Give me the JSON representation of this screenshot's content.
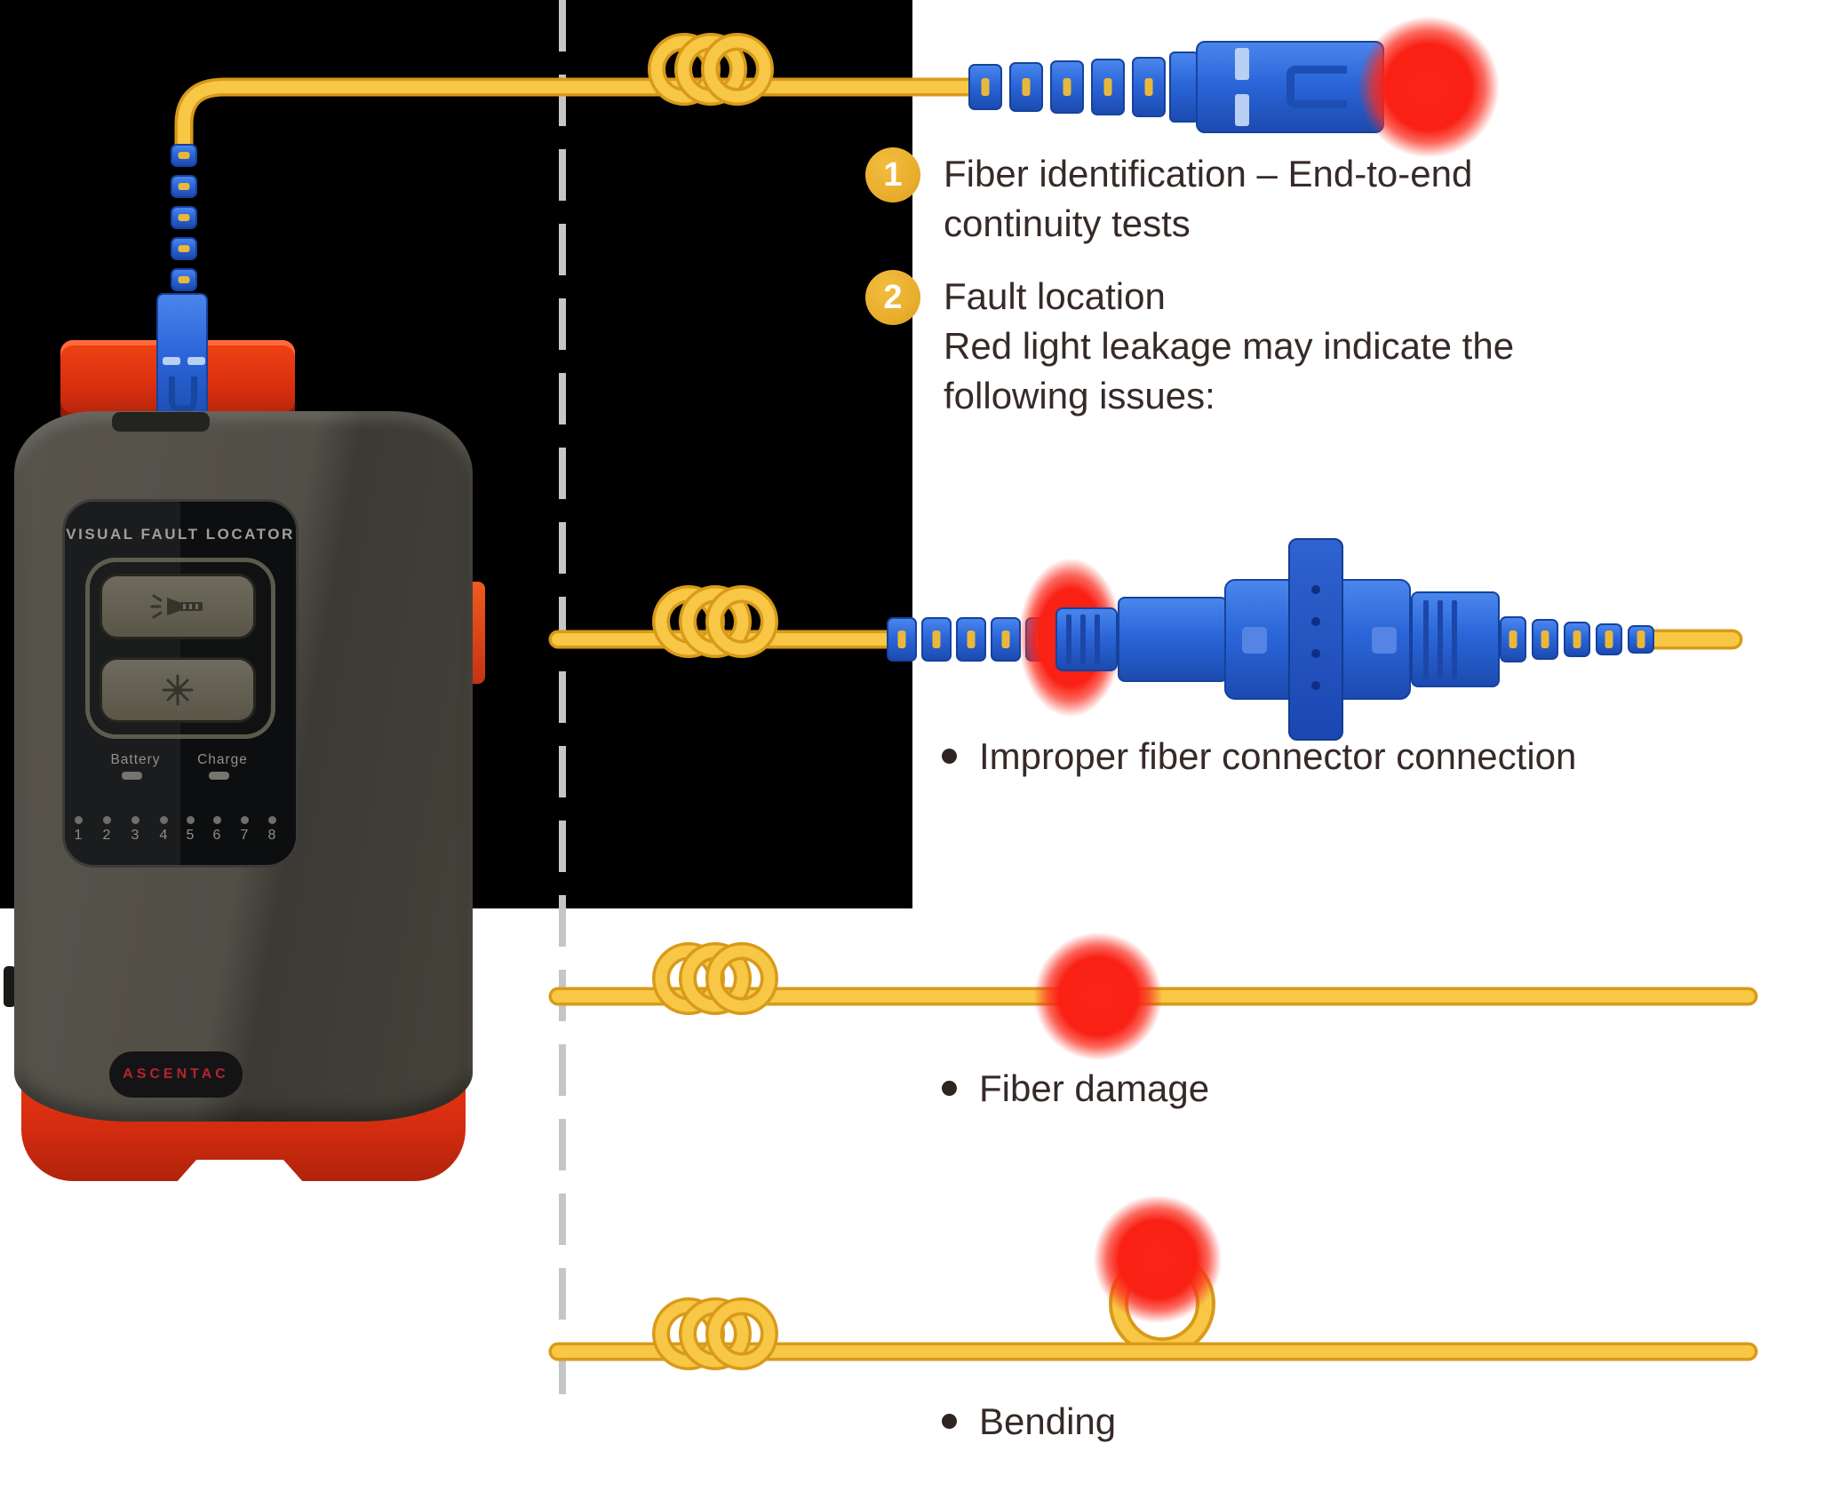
{
  "colors": {
    "background": "#ffffff",
    "backdrop_black": "#000000",
    "fiber_yellow": "#f7c745",
    "fiber_outline": "#d89a18",
    "connector_blue": "#2b66d9",
    "glow_red": "#fa2317",
    "badge_amber": "#e9ae2d",
    "text_dark": "#362a28",
    "device_red": "#d92f10",
    "brand_red": "#b5232e"
  },
  "device": {
    "title": "VISUAL FAULT LOCATOR",
    "buttons": [
      {
        "icon": "flashlight-icon"
      },
      {
        "icon": "laser-icon"
      }
    ],
    "battery_label": "Battery",
    "charge_label": "Charge",
    "channels": [
      "1",
      "2",
      "3",
      "4",
      "5",
      "6",
      "7",
      "8"
    ],
    "brand": "ASCENTAC"
  },
  "annotations": {
    "item1": {
      "badge": "1",
      "lines": [
        "Fiber identification – End-to-end",
        "continuity tests"
      ]
    },
    "item2": {
      "badge": "2",
      "lines": [
        "Fault location",
        "Red light leakage may indicate the",
        "following issues:"
      ]
    },
    "bullets": [
      "Improper fiber connector connection",
      "Fiber damage",
      "Bending"
    ]
  }
}
